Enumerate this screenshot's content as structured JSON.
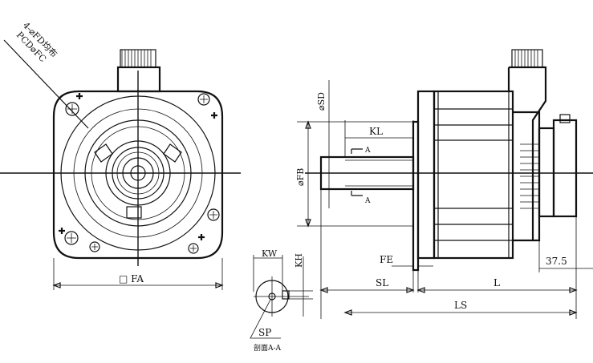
{
  "title": "Servo motor outline dimension drawing",
  "front_view": {
    "mount_hole_note": "4-⌀FD均布",
    "pcd_note": "PCD⌀FC",
    "square_label": "□ FA"
  },
  "section_view": {
    "key_width_label": "KW",
    "key_height_label": "KH",
    "shaft_label": "SP",
    "section_caption": "剖面A-A"
  },
  "side_view": {
    "shaft_dia_label": "⌀SD",
    "spigot_dia_label": "⌀FB",
    "key_length_label": "KL",
    "section_mark_top": "A",
    "section_mark_bottom": "A",
    "flange_thickness_label": "FE",
    "shaft_length_label": "SL",
    "body_length_label": "L",
    "rear_length_value": "37.5",
    "total_length_label": "LS"
  }
}
